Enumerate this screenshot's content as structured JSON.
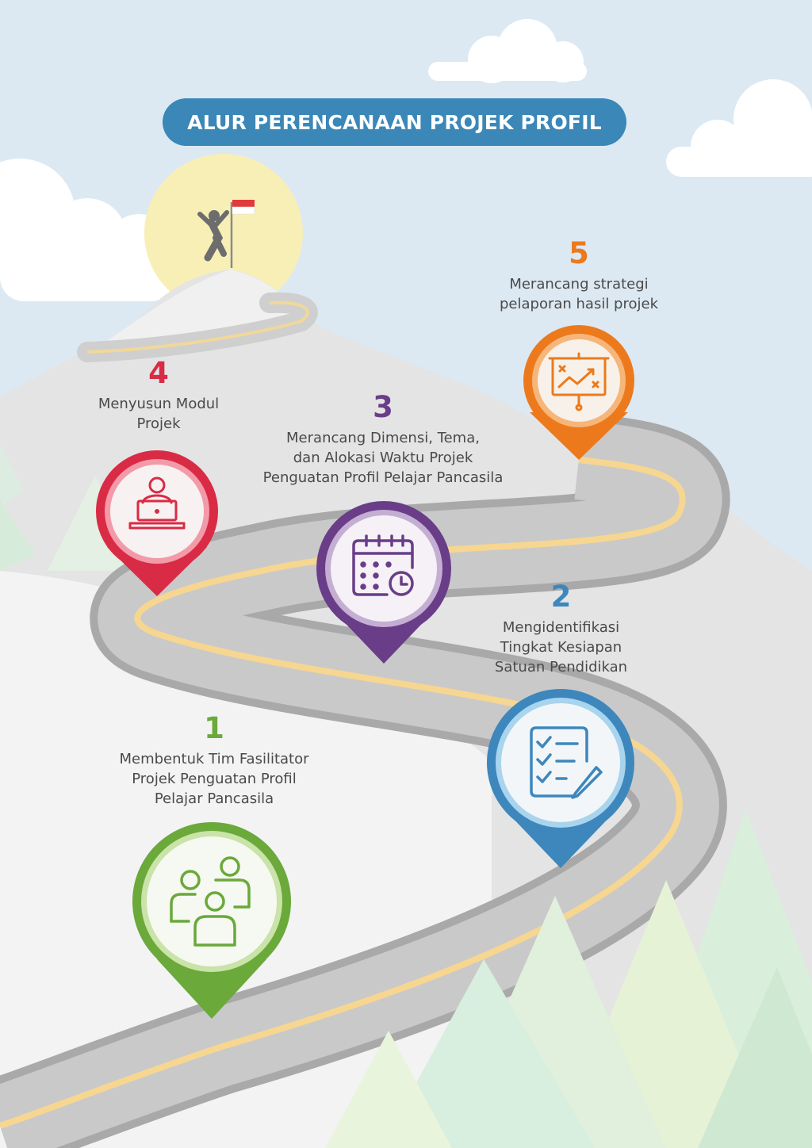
{
  "title": "ALUR PERENCANAAN PROJEK PROFIL",
  "colors": {
    "sky": "#dce9f3",
    "title_bg": "#3a87b8",
    "step1": "#6aa93a",
    "step2": "#3d87bd",
    "step3": "#6a3d88",
    "step4": "#d92b45",
    "step5": "#ec7a1c"
  },
  "steps": [
    {
      "number": "1",
      "text": "Membentuk Tim Fasilitator\nProjek Penguatan Profil\nPelajar Pancasila",
      "icon": "team-icon"
    },
    {
      "number": "2",
      "text": "Mengidentifikasi\nTingkat Kesiapan\nSatuan Pendidikan",
      "icon": "checklist-icon"
    },
    {
      "number": "3",
      "text": "Merancang Dimensi, Tema,\ndan Alokasi Waktu Projek\nPenguatan Profil Pelajar Pancasila",
      "icon": "calendar-icon"
    },
    {
      "number": "4",
      "text": "Menyusun Modul\nProjek",
      "icon": "laptop-user-icon"
    },
    {
      "number": "5",
      "text": "Merancang strategi\npelaporan hasil projek",
      "icon": "presentation-chart-icon"
    }
  ]
}
